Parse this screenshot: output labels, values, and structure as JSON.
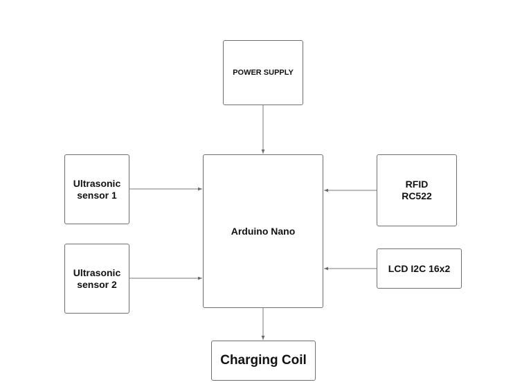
{
  "blocks": {
    "power_supply": "POWER SUPPLY",
    "arduino": "Arduino Nano",
    "ultrasonic_1": [
      "Ultrasonic",
      "sensor 1"
    ],
    "ultrasonic_2": [
      "Ultrasonic",
      "sensor 2"
    ],
    "rfid": [
      "RFID",
      "RC522"
    ],
    "lcd": "LCD I2C 16x2",
    "charging_coil": "Charging Coil"
  },
  "colors": {
    "border": "#6f6f6f",
    "connector": "#7a7a7a",
    "text": "#111111"
  }
}
